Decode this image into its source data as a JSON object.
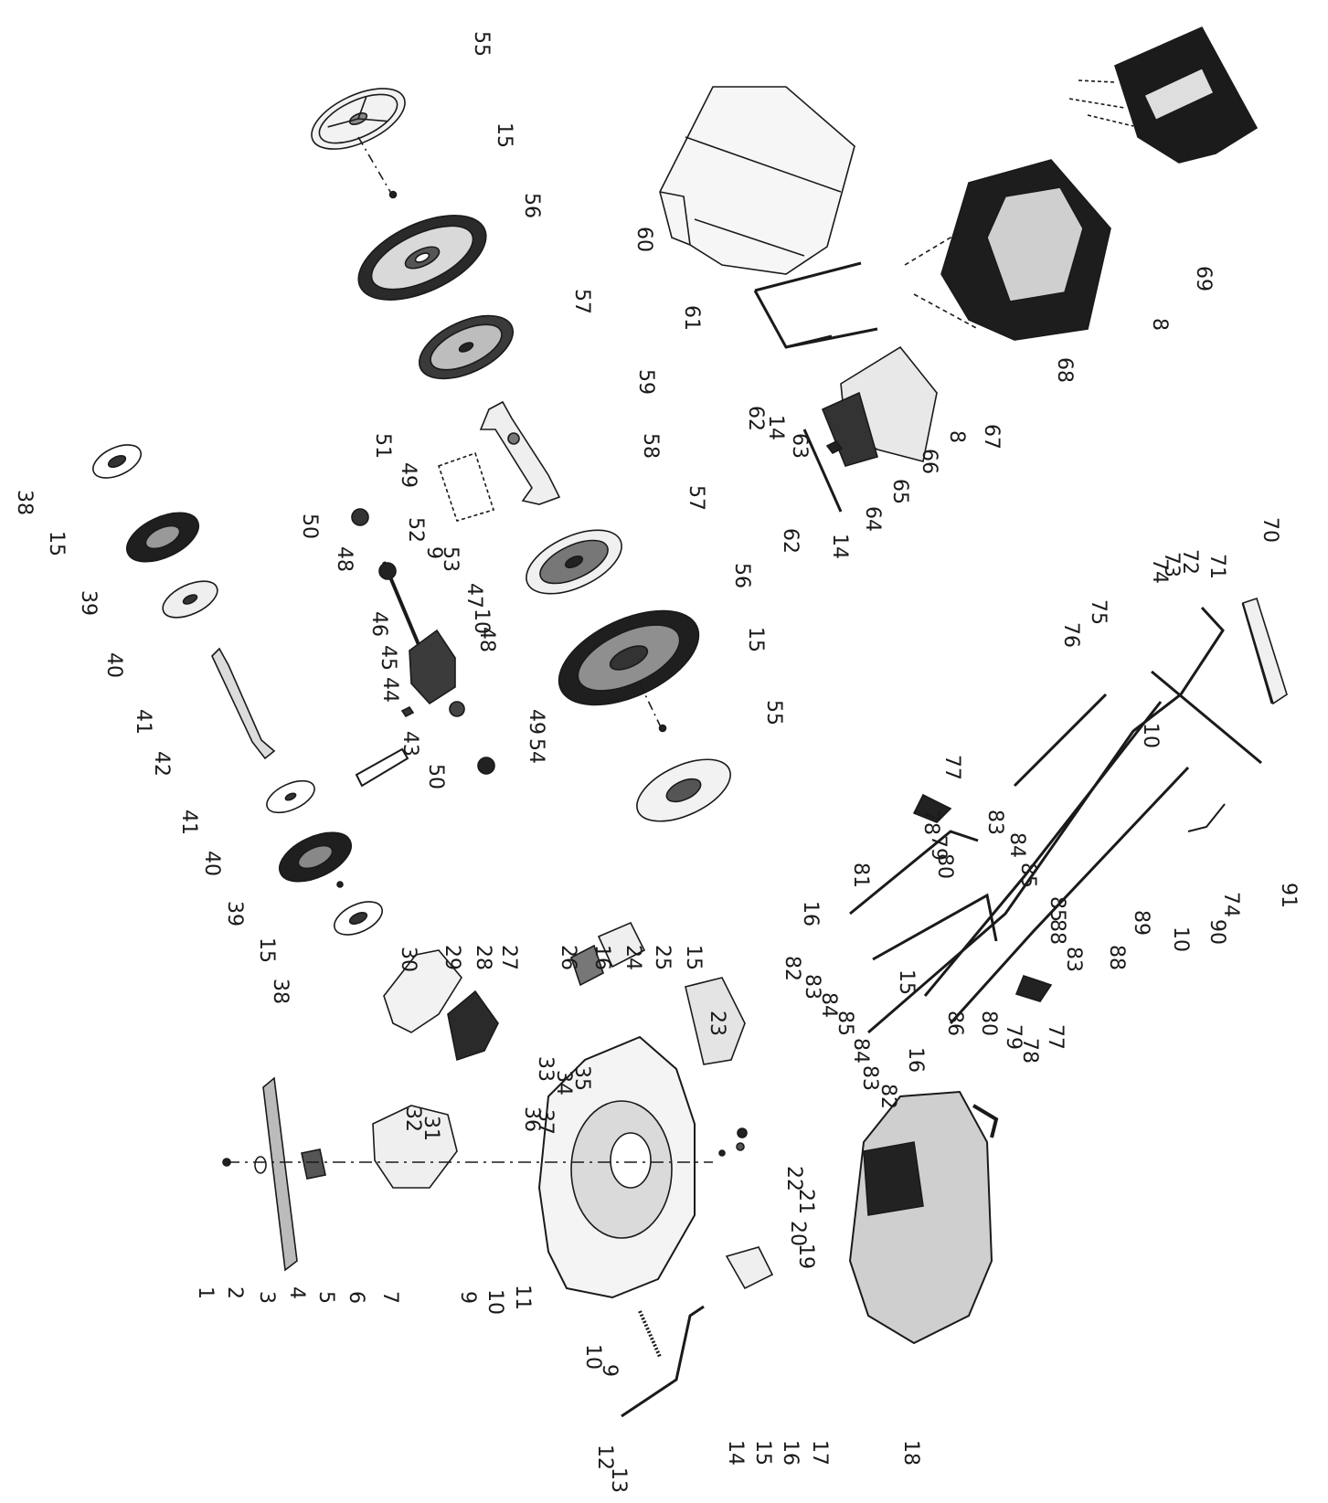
{
  "diagram": {
    "colors": {
      "line": "#1a1a1a",
      "fill_dark": "#222222",
      "fill_mid": "#6d6d6d",
      "fill_light": "#d9d9d9",
      "background": "#ffffff"
    },
    "label_rotation_deg": 90,
    "callouts": [
      {
        "id": "c-55a",
        "text": "55"
      },
      {
        "id": "c-15a",
        "text": "15"
      },
      {
        "id": "c-56a",
        "text": "56"
      },
      {
        "id": "c-57a",
        "text": "57"
      },
      {
        "id": "c-59",
        "text": "59"
      },
      {
        "id": "c-58",
        "text": "58"
      },
      {
        "id": "c-57b",
        "text": "57"
      },
      {
        "id": "c-56b",
        "text": "56"
      },
      {
        "id": "c-15b",
        "text": "15"
      },
      {
        "id": "c-55b",
        "text": "55"
      },
      {
        "id": "c-60",
        "text": "60"
      },
      {
        "id": "c-61",
        "text": "61"
      },
      {
        "id": "c-62a",
        "text": "62"
      },
      {
        "id": "c-14a",
        "text": "14"
      },
      {
        "id": "c-63",
        "text": "63"
      },
      {
        "id": "c-64",
        "text": "64"
      },
      {
        "id": "c-65",
        "text": "65"
      },
      {
        "id": "c-66",
        "text": "66"
      },
      {
        "id": "c-14b",
        "text": "14"
      },
      {
        "id": "c-62b",
        "text": "62"
      },
      {
        "id": "c-8a",
        "text": "8"
      },
      {
        "id": "c-67",
        "text": "67"
      },
      {
        "id": "c-68",
        "text": "68"
      },
      {
        "id": "c-8b",
        "text": "8"
      },
      {
        "id": "c-69",
        "text": "69"
      },
      {
        "id": "c-38a",
        "text": "38"
      },
      {
        "id": "c-15c",
        "text": "15"
      },
      {
        "id": "c-39a",
        "text": "39"
      },
      {
        "id": "c-40a",
        "text": "40"
      },
      {
        "id": "c-41a",
        "text": "41"
      },
      {
        "id": "c-42",
        "text": "42"
      },
      {
        "id": "c-41b",
        "text": "41"
      },
      {
        "id": "c-40b",
        "text": "40"
      },
      {
        "id": "c-39b",
        "text": "39"
      },
      {
        "id": "c-15d",
        "text": "15"
      },
      {
        "id": "c-38b",
        "text": "38"
      },
      {
        "id": "c-51",
        "text": "51"
      },
      {
        "id": "c-49a",
        "text": "49"
      },
      {
        "id": "c-50a",
        "text": "50"
      },
      {
        "id": "c-48a",
        "text": "48"
      },
      {
        "id": "c-52",
        "text": "52"
      },
      {
        "id": "c-9a",
        "text": "9"
      },
      {
        "id": "c-53",
        "text": "53"
      },
      {
        "id": "c-47",
        "text": "47"
      },
      {
        "id": "c-10a",
        "text": "10"
      },
      {
        "id": "c-48b",
        "text": "48"
      },
      {
        "id": "c-46",
        "text": "46"
      },
      {
        "id": "c-45",
        "text": "45"
      },
      {
        "id": "c-44",
        "text": "44"
      },
      {
        "id": "c-43",
        "text": "43"
      },
      {
        "id": "c-50b",
        "text": "50"
      },
      {
        "id": "c-49b",
        "text": "49"
      },
      {
        "id": "c-54",
        "text": "54"
      },
      {
        "id": "c-70",
        "text": "70"
      },
      {
        "id": "c-71",
        "text": "71"
      },
      {
        "id": "c-72",
        "text": "72"
      },
      {
        "id": "c-73",
        "text": "73"
      },
      {
        "id": "c-74a",
        "text": "74"
      },
      {
        "id": "c-75",
        "text": "75"
      },
      {
        "id": "c-76",
        "text": "76"
      },
      {
        "id": "c-10b",
        "text": "10"
      },
      {
        "id": "c-91",
        "text": "91"
      },
      {
        "id": "c-74b",
        "text": "74"
      },
      {
        "id": "c-90",
        "text": "90"
      },
      {
        "id": "c-10c",
        "text": "10"
      },
      {
        "id": "c-89",
        "text": "89"
      },
      {
        "id": "c-88a",
        "text": "88"
      },
      {
        "id": "c-77a",
        "text": "77"
      },
      {
        "id": "c-78a",
        "text": "78"
      },
      {
        "id": "c-79a",
        "text": "79"
      },
      {
        "id": "c-80a",
        "text": "80"
      },
      {
        "id": "c-81",
        "text": "81"
      },
      {
        "id": "c-83a",
        "text": "83"
      },
      {
        "id": "c-84a",
        "text": "84"
      },
      {
        "id": "c-85a",
        "text": "85"
      },
      {
        "id": "c-85b",
        "text": "85"
      },
      {
        "id": "c-88b",
        "text": "88"
      },
      {
        "id": "c-83b",
        "text": "83"
      },
      {
        "id": "c-16a",
        "text": "16"
      },
      {
        "id": "c-82a",
        "text": "82"
      },
      {
        "id": "c-83c",
        "text": "83"
      },
      {
        "id": "c-84b",
        "text": "84"
      },
      {
        "id": "c-85c",
        "text": "85"
      },
      {
        "id": "c-15e",
        "text": "15"
      },
      {
        "id": "c-84c",
        "text": "84"
      },
      {
        "id": "c-83d",
        "text": "83"
      },
      {
        "id": "c-82b",
        "text": "82"
      },
      {
        "id": "c-16b",
        "text": "16"
      },
      {
        "id": "c-86",
        "text": "86"
      },
      {
        "id": "c-80b",
        "text": "80"
      },
      {
        "id": "c-79b",
        "text": "79"
      },
      {
        "id": "c-78b",
        "text": "78"
      },
      {
        "id": "c-77b",
        "text": "77"
      },
      {
        "id": "c-30",
        "text": "30"
      },
      {
        "id": "c-29",
        "text": "29"
      },
      {
        "id": "c-28",
        "text": "28"
      },
      {
        "id": "c-27",
        "text": "27"
      },
      {
        "id": "c-26",
        "text": "26"
      },
      {
        "id": "c-16c",
        "text": "16"
      },
      {
        "id": "c-24",
        "text": "24"
      },
      {
        "id": "c-25",
        "text": "25"
      },
      {
        "id": "c-15f",
        "text": "15"
      },
      {
        "id": "c-23",
        "text": "23"
      },
      {
        "id": "c-33",
        "text": "33"
      },
      {
        "id": "c-34",
        "text": "34"
      },
      {
        "id": "c-35",
        "text": "35"
      },
      {
        "id": "c-36",
        "text": "36"
      },
      {
        "id": "c-37",
        "text": "37"
      },
      {
        "id": "c-32",
        "text": "32"
      },
      {
        "id": "c-31",
        "text": "31"
      },
      {
        "id": "c-22",
        "text": "22"
      },
      {
        "id": "c-21",
        "text": "21"
      },
      {
        "id": "c-20",
        "text": "20"
      },
      {
        "id": "c-19",
        "text": "19"
      },
      {
        "id": "c-1",
        "text": "1"
      },
      {
        "id": "c-2",
        "text": "2"
      },
      {
        "id": "c-3",
        "text": "3"
      },
      {
        "id": "c-4",
        "text": "4"
      },
      {
        "id": "c-5",
        "text": "5"
      },
      {
        "id": "c-6",
        "text": "6"
      },
      {
        "id": "c-7",
        "text": "7"
      },
      {
        "id": "c-9b",
        "text": "9"
      },
      {
        "id": "c-10d",
        "text": "10"
      },
      {
        "id": "c-11",
        "text": "11"
      },
      {
        "id": "c-10e",
        "text": "10"
      },
      {
        "id": "c-9c",
        "text": "9"
      },
      {
        "id": "c-12",
        "text": "12"
      },
      {
        "id": "c-13",
        "text": "13"
      },
      {
        "id": "c-14c",
        "text": "14"
      },
      {
        "id": "c-15g",
        "text": "15"
      },
      {
        "id": "c-16d",
        "text": "16"
      },
      {
        "id": "c-17",
        "text": "17"
      },
      {
        "id": "c-18",
        "text": "18"
      }
    ]
  }
}
